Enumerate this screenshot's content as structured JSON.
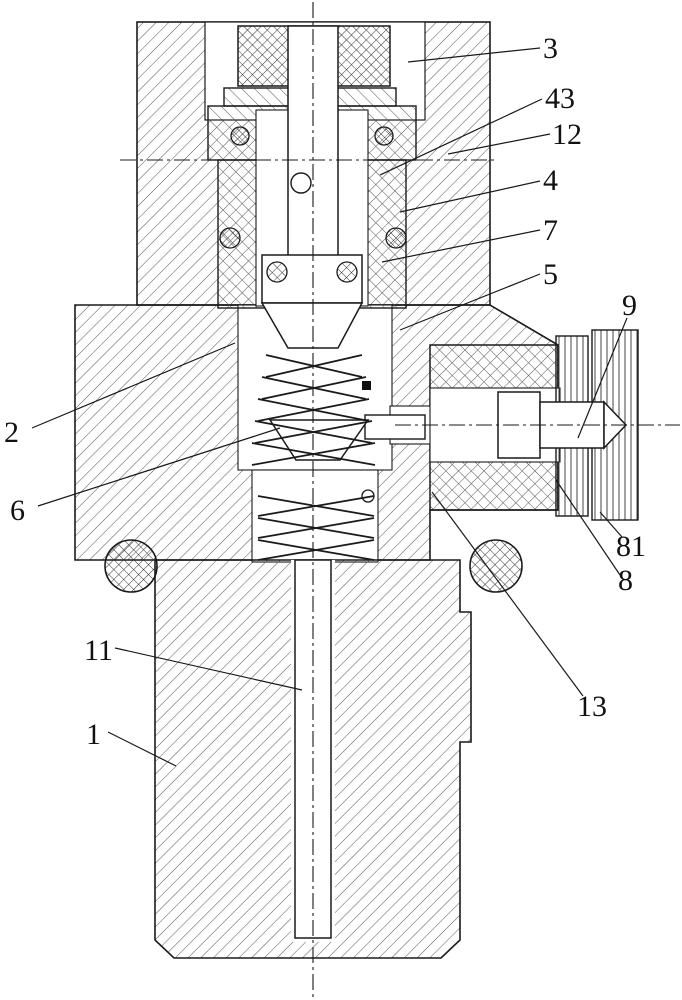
{
  "figure": {
    "kind": "sectional-engineering-drawing",
    "colors": {
      "ink": "#1a1a1a",
      "hatch": "#555555",
      "background": "#ffffff"
    }
  },
  "labels": {
    "n3": "3",
    "n43": "43",
    "n12": "12",
    "n4": "4",
    "n7": "7",
    "n5": "5",
    "n9": "9",
    "n2": "2",
    "n6": "6",
    "n81": "81",
    "n8": "8",
    "n13": "13",
    "n11": "11",
    "n1": "1"
  },
  "reference_numerals": [
    "3",
    "43",
    "12",
    "4",
    "7",
    "5",
    "9",
    "2",
    "6",
    "81",
    "8",
    "13",
    "11",
    "1"
  ]
}
